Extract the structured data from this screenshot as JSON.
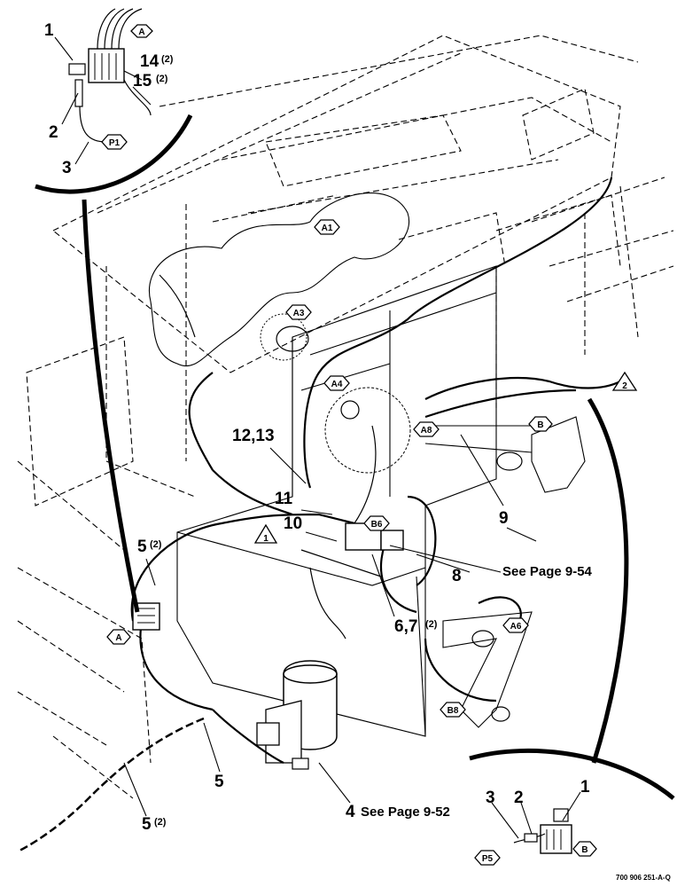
{
  "diagram": {
    "callouts": [
      {
        "id": "c1-top",
        "text": "1"
      },
      {
        "id": "c2-top",
        "text": "2"
      },
      {
        "id": "c3-top",
        "text": "3"
      },
      {
        "id": "c14",
        "text": "14",
        "qty": "(2)"
      },
      {
        "id": "c15",
        "text": "15",
        "qty": "(2)"
      },
      {
        "id": "c12-13",
        "text": "12,13"
      },
      {
        "id": "c11",
        "text": "11"
      },
      {
        "id": "c10",
        "text": "10"
      },
      {
        "id": "c9",
        "text": "9"
      },
      {
        "id": "c8",
        "text": "8"
      },
      {
        "id": "c5a",
        "text": "5",
        "qty": "(2)"
      },
      {
        "id": "c6-7",
        "text": "6,7",
        "qty": "(2)"
      },
      {
        "id": "c5b",
        "text": "5"
      },
      {
        "id": "c5c",
        "text": "5",
        "qty": "(2)"
      },
      {
        "id": "c4",
        "text": "4"
      },
      {
        "id": "c3-bot",
        "text": "3"
      },
      {
        "id": "c2-bot",
        "text": "2"
      },
      {
        "id": "c1-bot",
        "text": "1"
      }
    ],
    "references": {
      "page_9_54": "See Page 9-54",
      "page_9_52": "See Page 9-52"
    },
    "tags": {
      "A_top": "A",
      "P1": "P1",
      "A1": "A1",
      "A3": "A3",
      "A4": "A4",
      "A8": "A8",
      "B_right": "B",
      "B6": "B6",
      "A6": "A6",
      "B8": "B8",
      "A_left": "A",
      "P5": "P5",
      "B_bottom": "B"
    },
    "triangles": {
      "t1": "1",
      "t2": "2"
    },
    "part_code": "700 906 251-A-Q"
  }
}
